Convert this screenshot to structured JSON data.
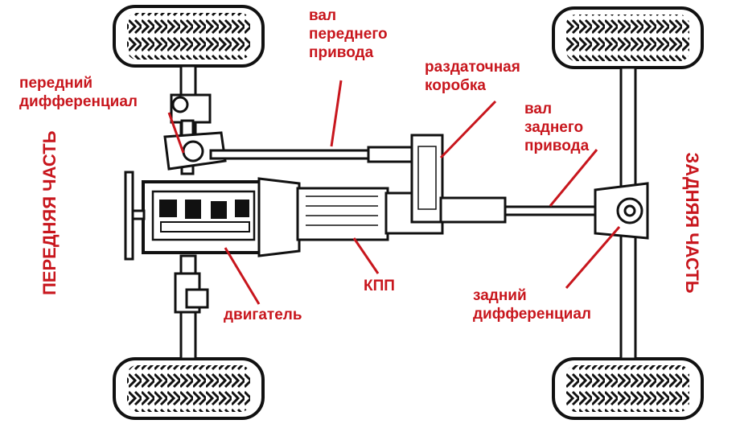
{
  "labels": {
    "front_shaft": [
      "вал",
      "переднего",
      "привода"
    ],
    "transfer_case": [
      "раздаточная",
      "коробка"
    ],
    "front_diff": [
      "передний",
      "дифференциал"
    ],
    "rear_shaft": [
      "вал",
      "заднего",
      "привода"
    ],
    "gearbox": "КПП",
    "engine": "двигатель",
    "rear_diff": [
      "задний",
      "дифференциал"
    ],
    "front_side": "ПЕРЕДНЯЯ ЧАСТЬ",
    "rear_side": "ЗАДНЯЯ ЧАСТЬ"
  },
  "colors": {
    "label": "#c8161d",
    "ink": "#111111"
  }
}
